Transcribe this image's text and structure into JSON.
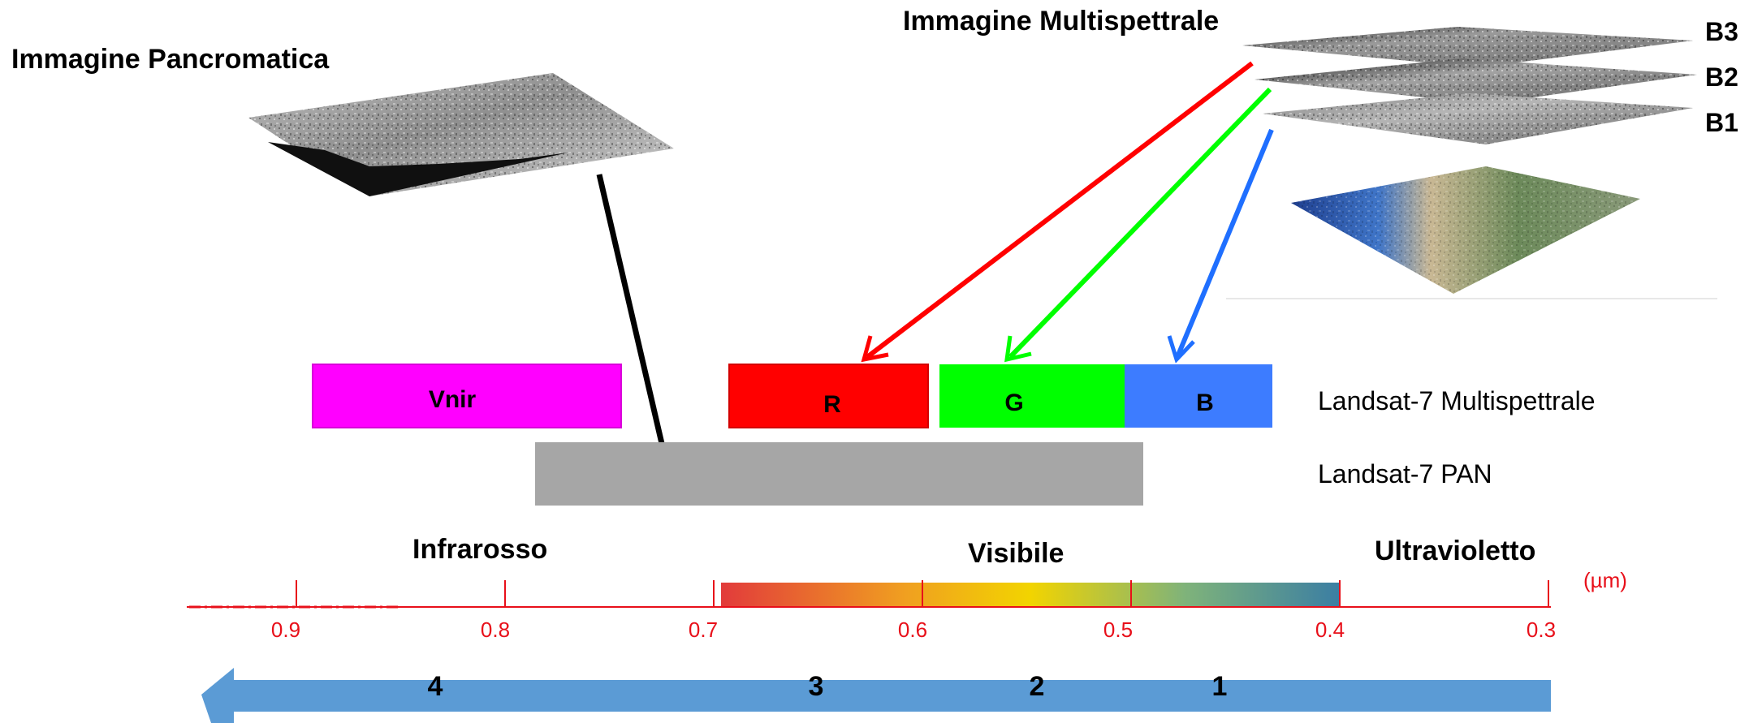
{
  "titles": {
    "panchromatic": "Immagine Pancromatica",
    "multispectral": "Immagine Multispettrale"
  },
  "layers": [
    "B3",
    "B2",
    "B1"
  ],
  "bands": {
    "vnir": "Vnir",
    "red": "R",
    "green": "G",
    "blue": "B"
  },
  "sensors": {
    "multispectral": "Landsat-7 Multispettrale",
    "pan": "Landsat-7 PAN"
  },
  "regions": {
    "infrared": "Infrarosso",
    "visible": "Visibile",
    "ultraviolet": "Ultravioletto"
  },
  "scale": {
    "unit": "(µm)",
    "ticks": [
      "0.9",
      "0.8",
      "0.7",
      "0.6",
      "0.5",
      "0.4",
      "0.3"
    ]
  },
  "arrow_numbers": [
    "4",
    "3",
    "2",
    "1"
  ],
  "colors": {
    "vnir": "#ff00ff",
    "red": "#ff0000",
    "green": "#00ff00",
    "blue": "#3d7cff",
    "pan": "#a6a6a6",
    "scale": "#e8101a",
    "arrow": "#5b9bd5"
  }
}
